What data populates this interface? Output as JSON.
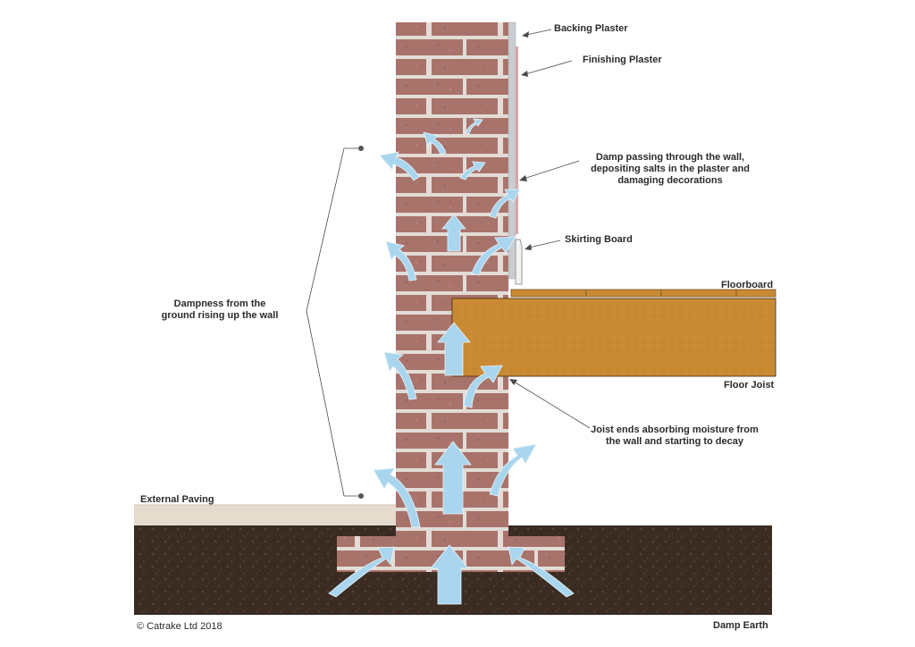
{
  "labels": {
    "backing_plaster": "Backing Plaster",
    "finishing_plaster": "Finishing Plaster",
    "damp_passing_line1": "Damp passing through the wall,",
    "damp_passing_line2": "depositing salts in the plaster and",
    "damp_passing_line3": "damaging decorations",
    "skirting_board": "Skirting Board",
    "floorboard": "Floorboard",
    "floor_joist": "Floor Joist",
    "dampness_line1": "Dampness from the",
    "dampness_line2": "ground rising up the wall",
    "joist_ends_line1": "Joist ends absorbing moisture from",
    "joist_ends_line2": "the wall and starting to decay",
    "external_paving": "External Paving",
    "damp_earth": "Damp Earth"
  },
  "copyright": {
    "symbol": "©",
    "text": "Catrake Ltd 2018"
  },
  "colors": {
    "brick": "#a8736b",
    "mortar": "#e3dcd6",
    "joist": "#c98a33",
    "earth": "#3a2c22",
    "paving": "#e6dccd",
    "plaster": "#c9ccd0",
    "arrow": "#a9d6ee"
  }
}
